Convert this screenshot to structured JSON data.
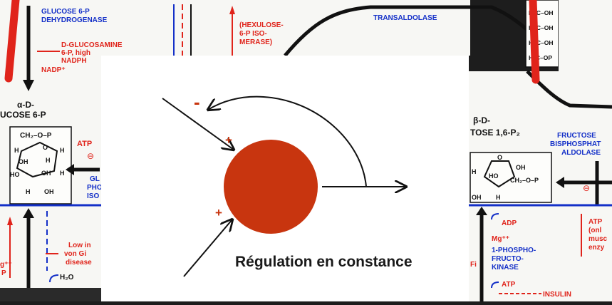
{
  "caption": "Régulation en constance",
  "central_node": {
    "color": "#c8350f"
  },
  "signs": {
    "feedback": "-",
    "input_top": "+",
    "input_bottom": "+"
  },
  "colors": {
    "accent_red": "#e0241b",
    "pathway_blue": "#1430c8",
    "arrow": "#111111"
  },
  "background": {
    "left": {
      "enzyme_top": [
        "GLUCOSE 6-P",
        "DEHYDROGENASE"
      ],
      "inhibitor": [
        "D-GLUCOSAMINE",
        "6-P, high",
        "NADPH"
      ],
      "cofactor": "NADP⁺",
      "metabolite": [
        "α-D-",
        "UCOSE 6-P"
      ],
      "ring_label": "CH₂–O–P",
      "ring_atoms": [
        "H",
        "O",
        "H",
        "OH",
        "H",
        "HO",
        "OH",
        "H",
        "H",
        "OH"
      ],
      "atp": "ATP",
      "side_enzyme": [
        "GL",
        "PHO",
        "ISO"
      ],
      "note": [
        "Low in",
        "von Gi",
        "disease"
      ],
      "side_cofactor": [
        "g⁺⁺",
        "P"
      ],
      "water": "H₂O"
    },
    "middle": {
      "enzyme": [
        "(HEXULOSE-",
        "6-P ISO-",
        "MERASE)"
      ],
      "transaldolase": "TRANSALDOLASE",
      "chain": [
        "H–C–OH",
        "H–C–OH",
        "H–C–OH",
        "H₂C–OP"
      ]
    },
    "right": {
      "metabolite": [
        "β-D-",
        "TOSE 1,6-P₂"
      ],
      "enzyme": [
        "FRUCTOSE",
        "BISPHOSPHAT",
        "ALDOLASE"
      ],
      "ring_label": "CH₂–O–P",
      "ring_atoms": [
        "O",
        "OH",
        "H",
        "HO",
        "OH",
        "H"
      ],
      "adp": "ADP",
      "mg": "Mg⁺⁺",
      "kinase": [
        "1-PHOSPHO-",
        "FRUCTO-",
        "KINASE"
      ],
      "atp": "ATP",
      "insulin": "INSULIN",
      "fi": "Fi",
      "side_note": [
        "ATP",
        "(onl",
        "musc",
        "enzy"
      ]
    }
  }
}
